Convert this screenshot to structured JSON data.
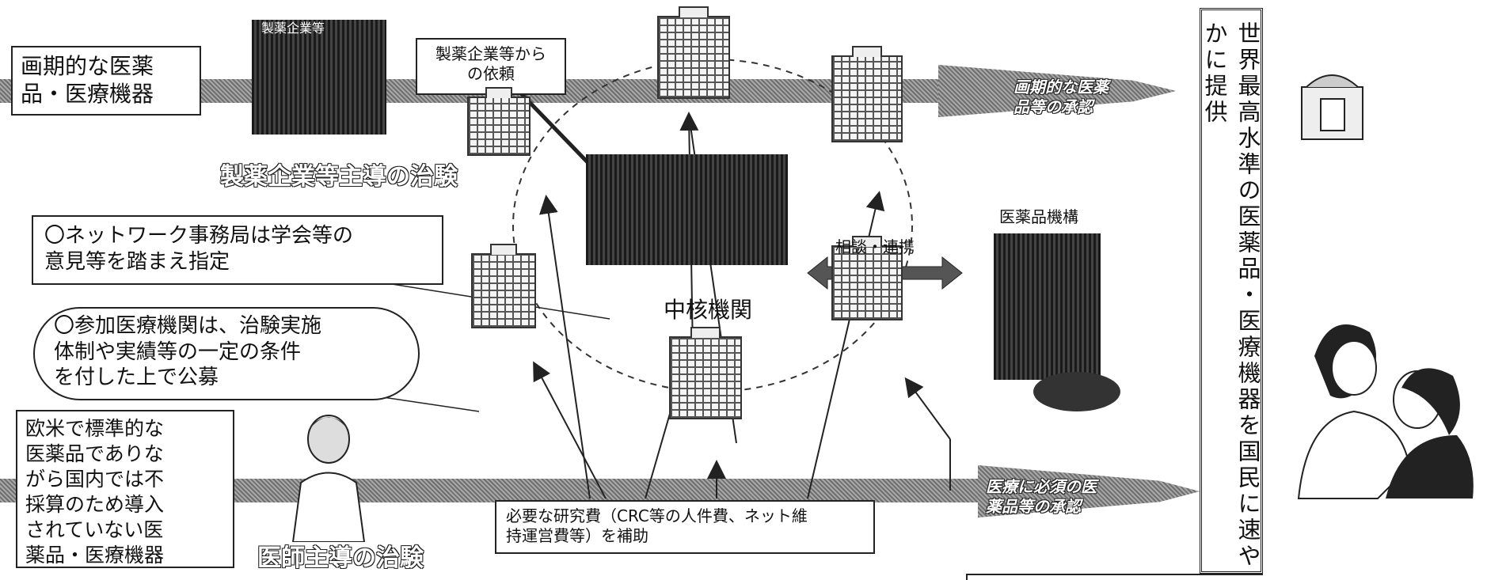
{
  "top_left_box": "画期的な医薬\n品・医療機器",
  "company_photo_caption": "製薬企業等",
  "company_trial_label": "製薬企業等主導の治験",
  "request_box": "製薬企業等から\nの依頼",
  "approval_top": "画期的な医薬\n品等の承認",
  "approval_bottom": "医療に必須の医\n薬品等の承認",
  "network_note": "〇ネットワーク事務局は学会等の\n意見等を踏まえ指定",
  "participant_note": "〇参加医療機関は、治験実施\n体制や実績等の一定の条件\nを付した上で公募",
  "core_institution": "中核機関",
  "consult_label": "相談・連携",
  "pmda_label": "医薬品機構",
  "bottom_left_box": "欧米で標準的な\n医薬品でありな\nがら国内では不\n採算のため導入\nされていない医\n薬品・医療機器",
  "physician_trial_label": "医師主導の治験",
  "funding_box": "必要な研究費（CRC等の人件費、ネット維\n持運営費等）を補助",
  "right_vertical": "世界最高水準の医薬品・医療機器を国民に速やかに提供"
}
